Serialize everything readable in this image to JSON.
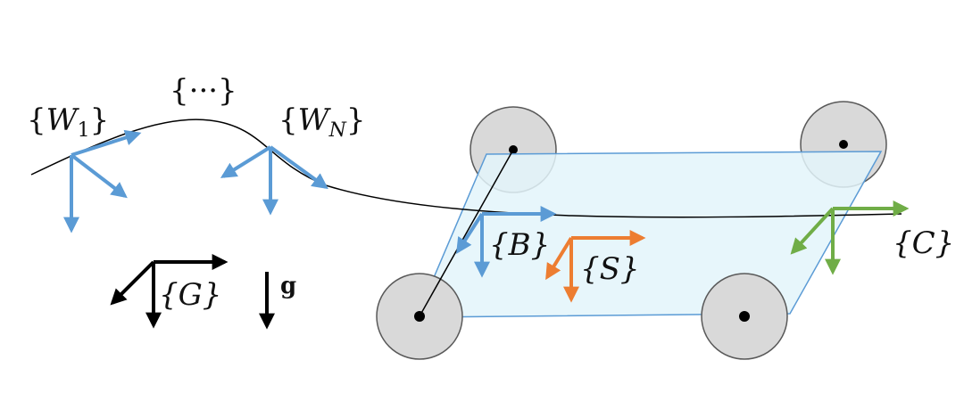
{
  "diagram": {
    "labels": {
      "w1": {
        "open": "{",
        "letter": "W",
        "sub": "1",
        "close": "}"
      },
      "ellipsis": "{···}",
      "wn": {
        "open": "{",
        "letter": "W",
        "sub": "N",
        "close": "}"
      },
      "b": "{B}",
      "s": "{S}",
      "c": "{C}",
      "g_frame": "{G}",
      "gravity": "g"
    },
    "colors": {
      "waypoint": "#5b9bd5",
      "body": "#5b9bd5",
      "sensor": "#ed7d31",
      "camera": "#70ad47",
      "global": "#000000",
      "platform_fill": "#e3f4fa",
      "platform_edge": "#5b9bd5",
      "wheel_fill": "#d9d9d9"
    }
  }
}
